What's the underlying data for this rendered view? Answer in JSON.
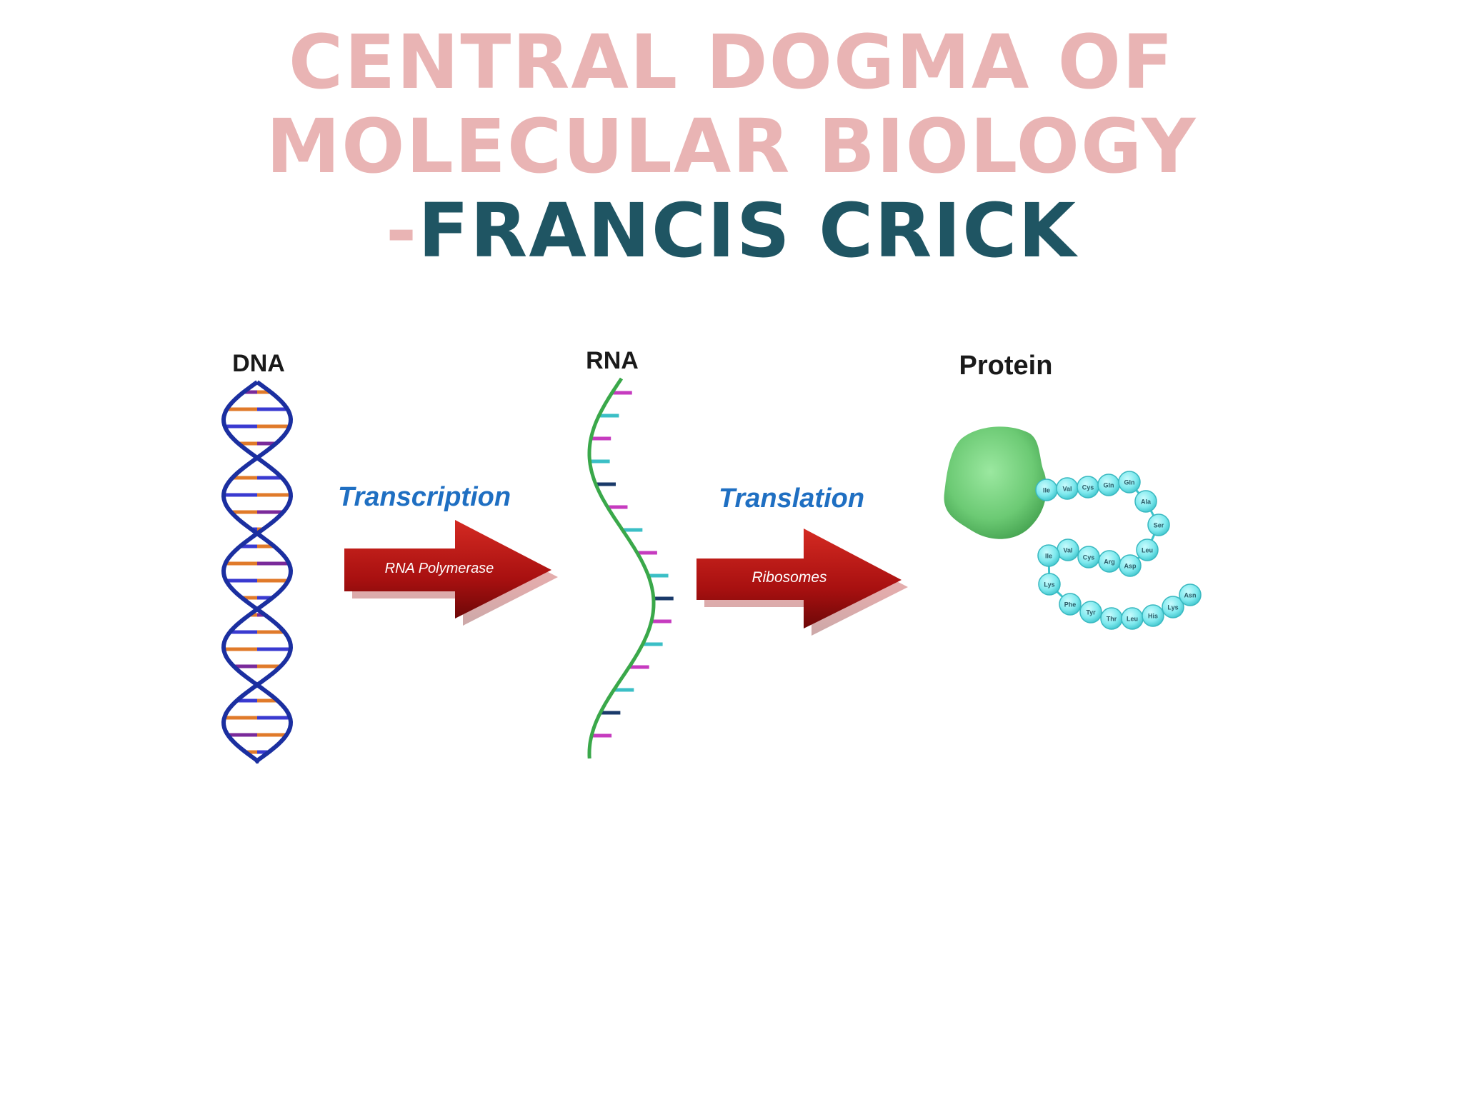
{
  "title": {
    "line1": "CENTRAL DOGMA OF",
    "line2": "MOLECULAR BIOLOGY",
    "dash": "-",
    "author": "FRANCIS CRICK"
  },
  "diagram": {
    "dna_label": "DNA",
    "rna_label": "RNA",
    "protein_label": "Protein",
    "transcription_label": "Transcription",
    "transcription_enzyme": "RNA Polymerase",
    "translation_label": "Translation",
    "translation_site": "Ribosomes",
    "amino_acids": [
      "Ile",
      "Val",
      "Cys",
      "Gln",
      "Gln",
      "Ala",
      "Ser",
      "Leu",
      "Asp",
      "Arg",
      "Cys",
      "Val",
      "Ile",
      "Lys",
      "Phe",
      "Tyr",
      "Thr",
      "Leu",
      "His",
      "Lys",
      "Asn"
    ]
  },
  "colors": {
    "title_pink": "#e9b4b4",
    "author_teal": "#1f5563",
    "arrow_red": "#b01515",
    "dna_backbone": "#1b2fa0",
    "rna_backbone": "#3aa84a",
    "protein_green": "#6fcf7a",
    "amino_cyan": "#7fe9ee"
  }
}
